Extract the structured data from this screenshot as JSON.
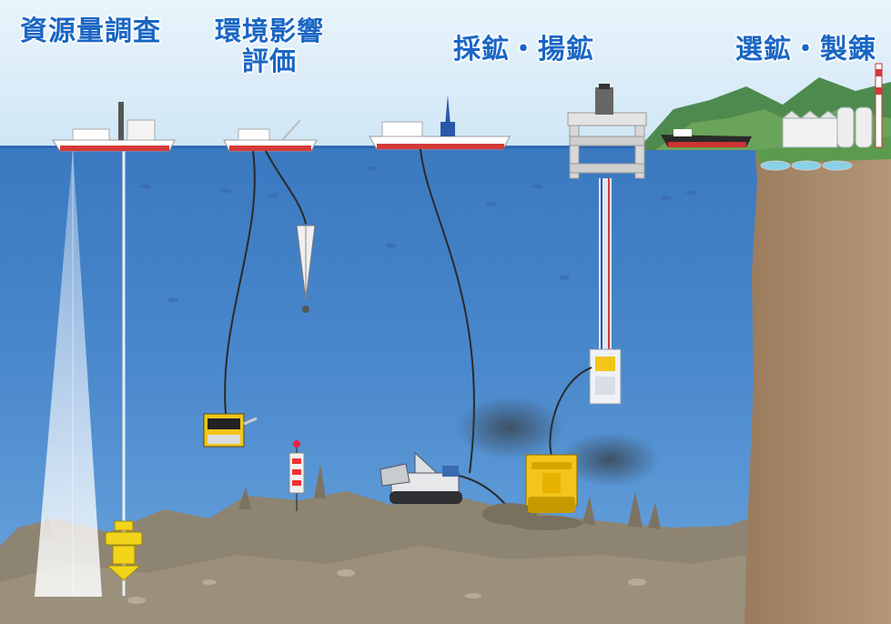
{
  "labels": {
    "resource_survey": "資源量調査",
    "environmental_assessment_line1": "環境影響",
    "environmental_assessment_line2": "評価",
    "mining_lifting": "採鉱・揚鉱",
    "processing_smelting": "選鉱・製錬"
  },
  "colors": {
    "label_text": "#1a66c4",
    "sky_top": "#d8ecf8",
    "sea_surface": "#3a78c0",
    "sea_deep": "#5b98d6",
    "seafloor": "#8e8472",
    "cliff": "#a88a6a",
    "hull_red": "#d43a3a",
    "equipment_yellow": "#f2c51a"
  },
  "icons": [
    "survey-ship-icon",
    "env-ship-icon",
    "mining-ship-icon",
    "offshore-platform-icon",
    "cargo-ship-icon",
    "factory-icon",
    "sonar-beam-icon",
    "sampler-icon",
    "rov-icon",
    "mining-machine-icon",
    "collector-icon",
    "fish-school-icon"
  ]
}
